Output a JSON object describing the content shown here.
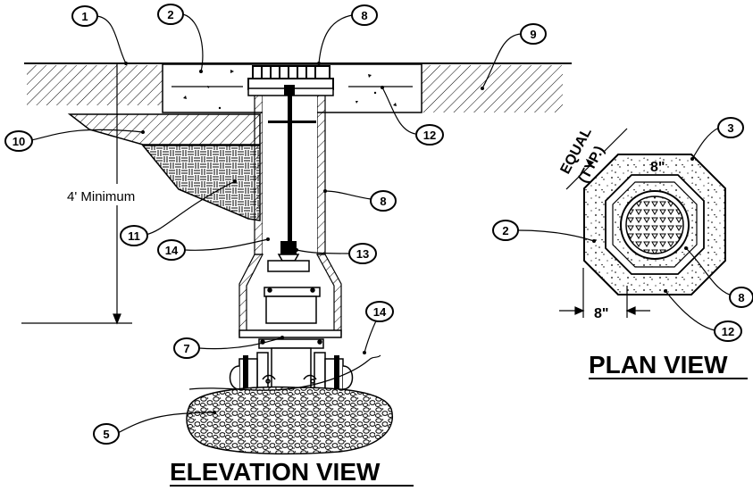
{
  "titles": {
    "elevation": "ELEVATION VIEW",
    "plan": "PLAN VIEW"
  },
  "dimensions": {
    "min_depth": "4' Minimum",
    "pad_width": "8\"",
    "pad_offset": "8\"",
    "equal_typ_line1": "EQUAL",
    "equal_typ_line2": "(TYP.)"
  },
  "callouts": {
    "c1": "1",
    "c2": "2",
    "c8_top": "8",
    "c9": "9",
    "c10": "10",
    "c12": "12",
    "c8_side": "8",
    "c11": "11",
    "c14": "14",
    "c13": "13",
    "c7": "7",
    "c14_right": "14",
    "c5": "5",
    "p3": "3",
    "p2": "2",
    "p8": "8",
    "p12": "12"
  }
}
